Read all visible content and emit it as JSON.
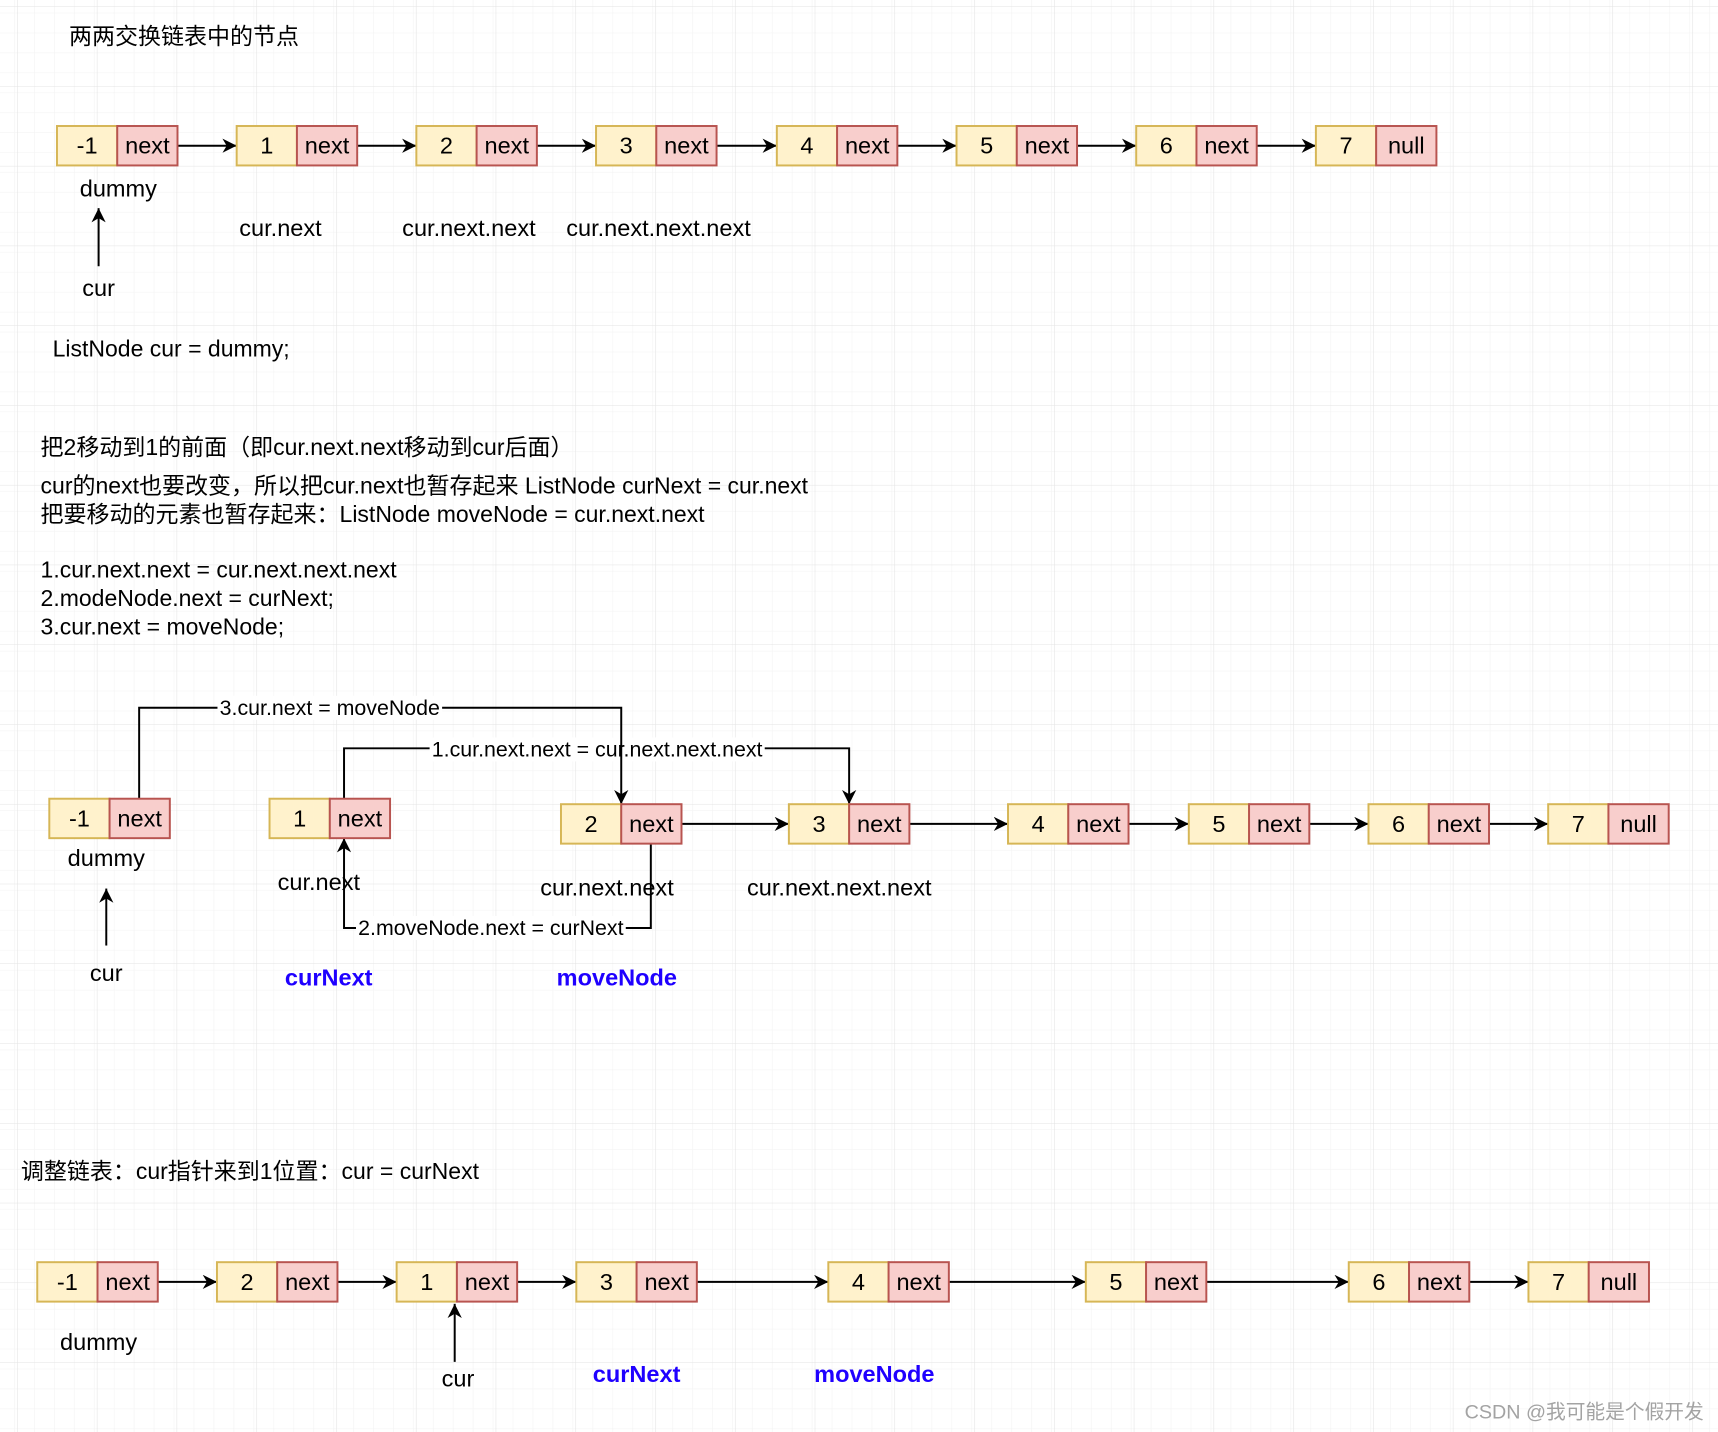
{
  "title": "两两交换链表中的节点",
  "colors": {
    "value_cell_fill": "#fff2cc",
    "value_cell_border": "#d6b656",
    "next_cell_fill": "#f8cecc",
    "next_cell_border": "#b85450",
    "variable_label": "#1f00ff"
  },
  "step1": {
    "nodes": [
      {
        "value": "-1",
        "next": "next"
      },
      {
        "value": "1",
        "next": "next"
      },
      {
        "value": "2",
        "next": "next"
      },
      {
        "value": "3",
        "next": "next"
      },
      {
        "value": "4",
        "next": "next"
      },
      {
        "value": "5",
        "next": "next"
      },
      {
        "value": "6",
        "next": "next"
      },
      {
        "value": "7",
        "next": "null"
      }
    ],
    "dummy_label": "dummy",
    "cur_label": "cur",
    "pointer_labels": [
      "cur.next",
      "cur.next.next",
      "cur.next.next.next"
    ],
    "code": "ListNode cur = dummy;"
  },
  "explanation": {
    "heading": "把2移动到1的前面（即cur.next.next移动到cur后面）",
    "lines": [
      "cur的next也要改变，所以把cur.next也暂存起来 ListNode curNext = cur.next",
      "把要移动的元素也暂存起来：ListNode moveNode = cur.next.next"
    ],
    "steps": [
      "1.cur.next.next = cur.next.next.next",
      "2.modeNode.next = curNext;",
      "3.cur.next = moveNode;"
    ]
  },
  "step2": {
    "nodes": [
      {
        "value": "-1",
        "next": "next"
      },
      {
        "value": "1",
        "next": "next"
      },
      {
        "value": "2",
        "next": "next"
      },
      {
        "value": "3",
        "next": "next"
      },
      {
        "value": "4",
        "next": "next"
      },
      {
        "value": "5",
        "next": "next"
      },
      {
        "value": "6",
        "next": "next"
      },
      {
        "value": "7",
        "next": "null"
      }
    ],
    "dummy_label": "dummy",
    "cur_label": "cur",
    "pointer_labels": [
      "cur.next",
      "cur.next.next",
      "cur.next.next.next"
    ],
    "edge_labels": [
      "1.cur.next.next = cur.next.next.next",
      "2.moveNode.next = curNext",
      "3.cur.next = moveNode"
    ],
    "cur_next_variable": "curNext",
    "move_node_variable": "moveNode"
  },
  "step3": {
    "heading": "调整链表：cur指针来到1位置：cur = curNext",
    "nodes": [
      {
        "value": "-1",
        "next": "next"
      },
      {
        "value": "2",
        "next": "next"
      },
      {
        "value": "1",
        "next": "next"
      },
      {
        "value": "3",
        "next": "next"
      },
      {
        "value": "4",
        "next": "next"
      },
      {
        "value": "5",
        "next": "next"
      },
      {
        "value": "6",
        "next": "next"
      },
      {
        "value": "7",
        "next": "null"
      }
    ],
    "dummy_label": "dummy",
    "cur_label": "cur",
    "cur_next_variable": "curNext",
    "move_node_variable": "moveNode"
  },
  "watermark": "CSDN @我可能是个假开发"
}
